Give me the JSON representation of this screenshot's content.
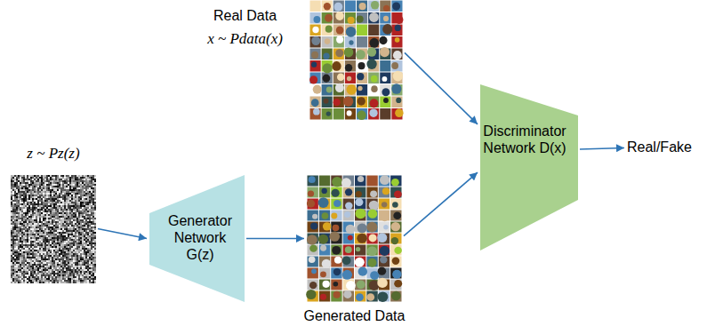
{
  "diagram": {
    "nodes": [
      {
        "text": [
          "Real Data",
          "x ~ Pdata(x)"
        ]
      },
      {
        "text": [
          "z ~ Pz(z)"
        ]
      },
      {
        "text": [
          "Generator Network G(z)"
        ]
      },
      {
        "text": [
          "Generated Data"
        ]
      },
      {
        "text": [
          "Discriminator Network D(x)"
        ]
      },
      {
        "text": [
          "Real/Fake"
        ]
      }
    ],
    "edges": [
      {
        "from": 1,
        "to": 2,
        "arrow": "to"
      },
      {
        "from": 2,
        "to": 3,
        "arrow": "to"
      },
      {
        "from": 0,
        "to": 4,
        "arrow": "to"
      },
      {
        "from": 3,
        "to": 4,
        "arrow": "to"
      },
      {
        "from": 4,
        "to": 5,
        "arrow": "to"
      }
    ]
  }
}
